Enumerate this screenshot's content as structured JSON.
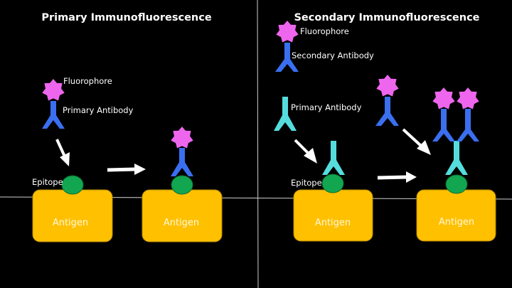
{
  "colors": {
    "background": "#000000",
    "antigen": "#ffc000",
    "epitope": "#12a650",
    "fluorophore": "#ee66ee",
    "primary_antibody_left": "#3a6ff0",
    "secondary_antibody": "#3a6ff0",
    "primary_antibody_right": "#55dddd",
    "arrow": "#ffffff",
    "divider": "#d0d0d0"
  },
  "left": {
    "title": "Primary Immunofluorescence",
    "fluorophore_label": "Fluorophore",
    "antibody_label": "Primary Antibody",
    "epitope_label": "Epitope",
    "antigen_label_1": "Antigen",
    "antigen_label_2": "Antigen"
  },
  "right": {
    "title": "Secondary Immunofluorescence",
    "fluorophore_label": "Fluorophore",
    "secondary_label": "Secondary Antibody",
    "primary_label": "Primary Antibody",
    "epitope_label": "Epitope",
    "antigen_label_1": "Antigen",
    "antigen_label_2": "Antigen"
  }
}
